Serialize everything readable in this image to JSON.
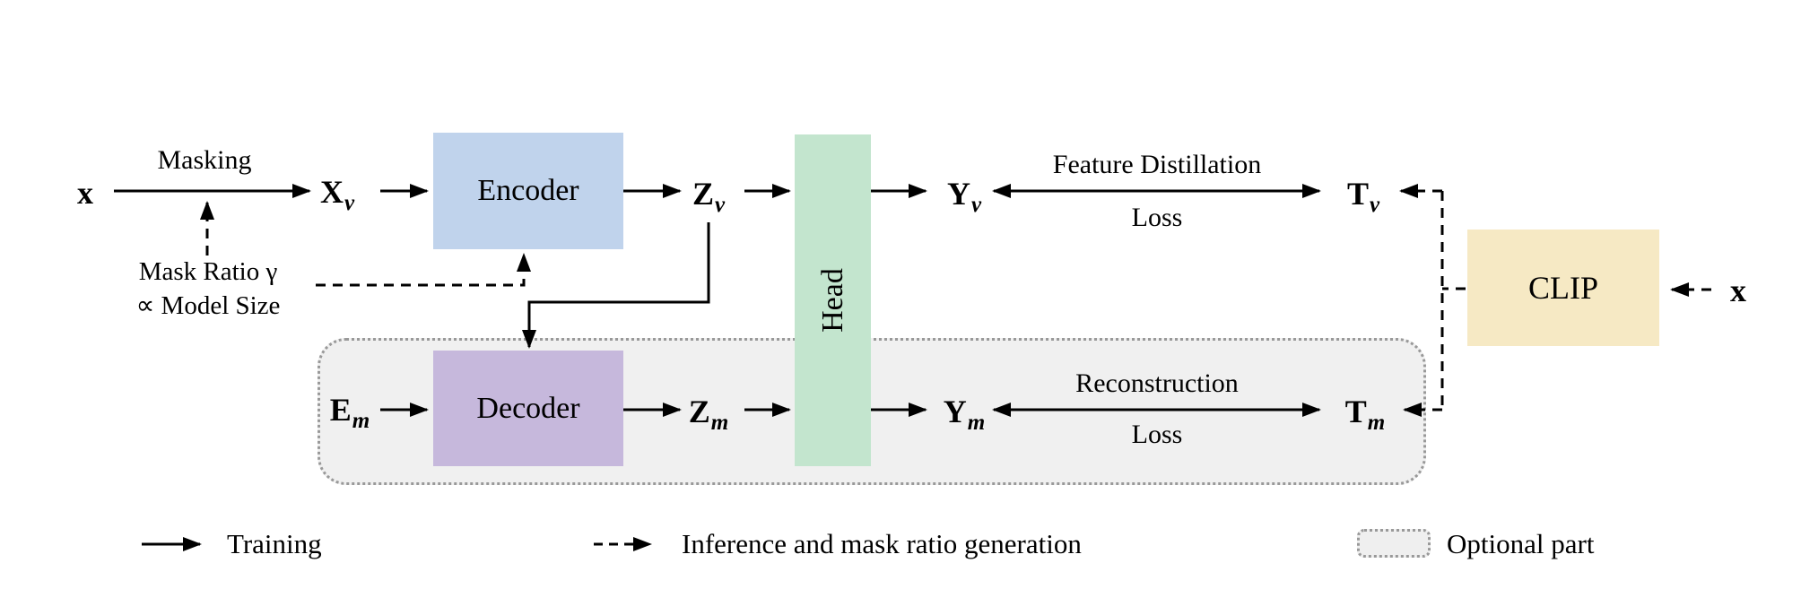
{
  "colors": {
    "background": "#ffffff",
    "encoder_fill": "#c0d3ec",
    "decoder_fill": "#c6b8dc",
    "head_fill": "#c3e5ce",
    "clip_fill": "#f6e9c4",
    "optional_fill": "#f0f0f0",
    "optional_border": "#999999",
    "line": "#000000"
  },
  "boxes": {
    "encoder": "Encoder",
    "decoder": "Decoder",
    "head": "Head",
    "clip": "CLIP"
  },
  "nodes": {
    "input_left": "x",
    "input_right": "x",
    "xv": {
      "base": "X",
      "sub": "v"
    },
    "zv": {
      "base": "Z",
      "sub": "v"
    },
    "yv": {
      "base": "Y",
      "sub": "v"
    },
    "tv": {
      "base": "T",
      "sub": "v"
    },
    "em": {
      "base": "E",
      "sub": "m"
    },
    "zm": {
      "base": "Z",
      "sub": "m"
    },
    "ym": {
      "base": "Y",
      "sub": "m"
    },
    "tm": {
      "base": "T",
      "sub": "m"
    }
  },
  "labels": {
    "masking": "Masking",
    "mask_ratio_line1": "Mask Ratio γ",
    "mask_ratio_line2": "∝ Model Size",
    "feature_loss_line1": "Feature Distillation",
    "feature_loss_line2": "Loss",
    "recon_loss_line1": "Reconstruction",
    "recon_loss_line2": "Loss"
  },
  "legend": {
    "training": "Training",
    "inference": "Inference and mask ratio generation",
    "optional": "Optional part"
  }
}
